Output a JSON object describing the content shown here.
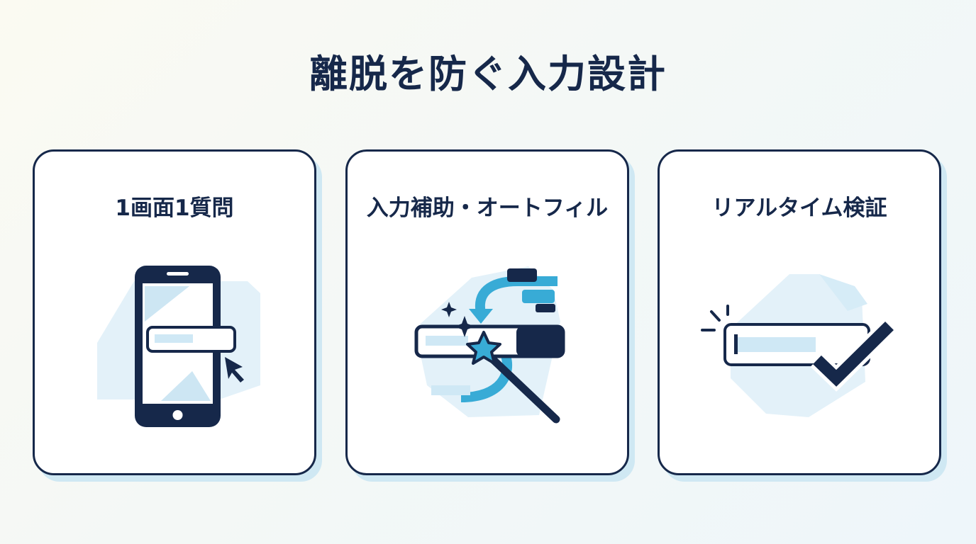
{
  "title": "離脱を防ぐ入力設計",
  "cards": [
    {
      "title": "1画面1質問",
      "icon": "smartphone-single-field-icon"
    },
    {
      "title": "入力補助・オートフィル",
      "icon": "magic-wand-autofill-icon"
    },
    {
      "title": "リアルタイム検証",
      "icon": "checkmark-validation-icon"
    }
  ],
  "colors": {
    "navy": "#16284a",
    "accent_blue": "#38abd6",
    "light_blue": "#d6ecf7",
    "pale_blue": "#e6f3fa",
    "field_fill": "#cfe8f5"
  }
}
